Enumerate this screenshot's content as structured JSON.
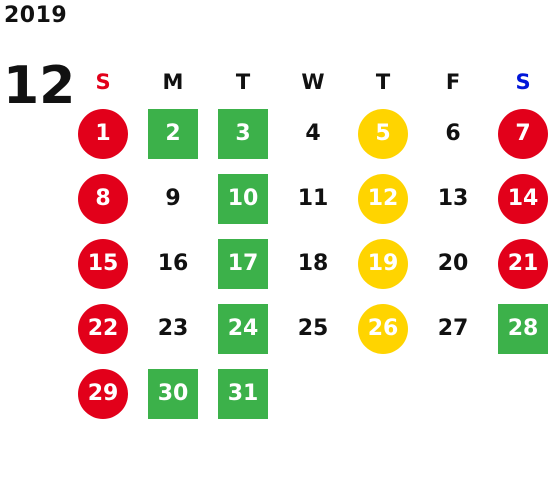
{
  "year": "2019",
  "month": "12",
  "colors": {
    "sunday_label": "#e2001a",
    "saturday_label": "#0016d9",
    "weekday_label": "#111111",
    "red": "#e2001a",
    "green": "#3cb14a",
    "yellow": "#ffd400"
  },
  "weekdays": [
    {
      "label": "S",
      "color": "sunday_label"
    },
    {
      "label": "M",
      "color": "weekday_label"
    },
    {
      "label": "T",
      "color": "weekday_label"
    },
    {
      "label": "W",
      "color": "weekday_label"
    },
    {
      "label": "T",
      "color": "weekday_label"
    },
    {
      "label": "F",
      "color": "weekday_label"
    },
    {
      "label": "S",
      "color": "saturday_label"
    }
  ],
  "weeks": [
    [
      {
        "day": "1",
        "mark": "red"
      },
      {
        "day": "2",
        "mark": "green"
      },
      {
        "day": "3",
        "mark": "green"
      },
      {
        "day": "4",
        "mark": "none"
      },
      {
        "day": "5",
        "mark": "yellow"
      },
      {
        "day": "6",
        "mark": "none"
      },
      {
        "day": "7",
        "mark": "red"
      }
    ],
    [
      {
        "day": "8",
        "mark": "red"
      },
      {
        "day": "9",
        "mark": "none"
      },
      {
        "day": "10",
        "mark": "green"
      },
      {
        "day": "11",
        "mark": "none"
      },
      {
        "day": "12",
        "mark": "yellow"
      },
      {
        "day": "13",
        "mark": "none"
      },
      {
        "day": "14",
        "mark": "red"
      }
    ],
    [
      {
        "day": "15",
        "mark": "red"
      },
      {
        "day": "16",
        "mark": "none"
      },
      {
        "day": "17",
        "mark": "green"
      },
      {
        "day": "18",
        "mark": "none"
      },
      {
        "day": "19",
        "mark": "yellow"
      },
      {
        "day": "20",
        "mark": "none"
      },
      {
        "day": "21",
        "mark": "red"
      }
    ],
    [
      {
        "day": "22",
        "mark": "red"
      },
      {
        "day": "23",
        "mark": "none"
      },
      {
        "day": "24",
        "mark": "green"
      },
      {
        "day": "25",
        "mark": "none"
      },
      {
        "day": "26",
        "mark": "yellow"
      },
      {
        "day": "27",
        "mark": "none"
      },
      {
        "day": "28",
        "mark": "green"
      }
    ],
    [
      {
        "day": "29",
        "mark": "red"
      },
      {
        "day": "30",
        "mark": "green"
      },
      {
        "day": "31",
        "mark": "green"
      }
    ]
  ]
}
